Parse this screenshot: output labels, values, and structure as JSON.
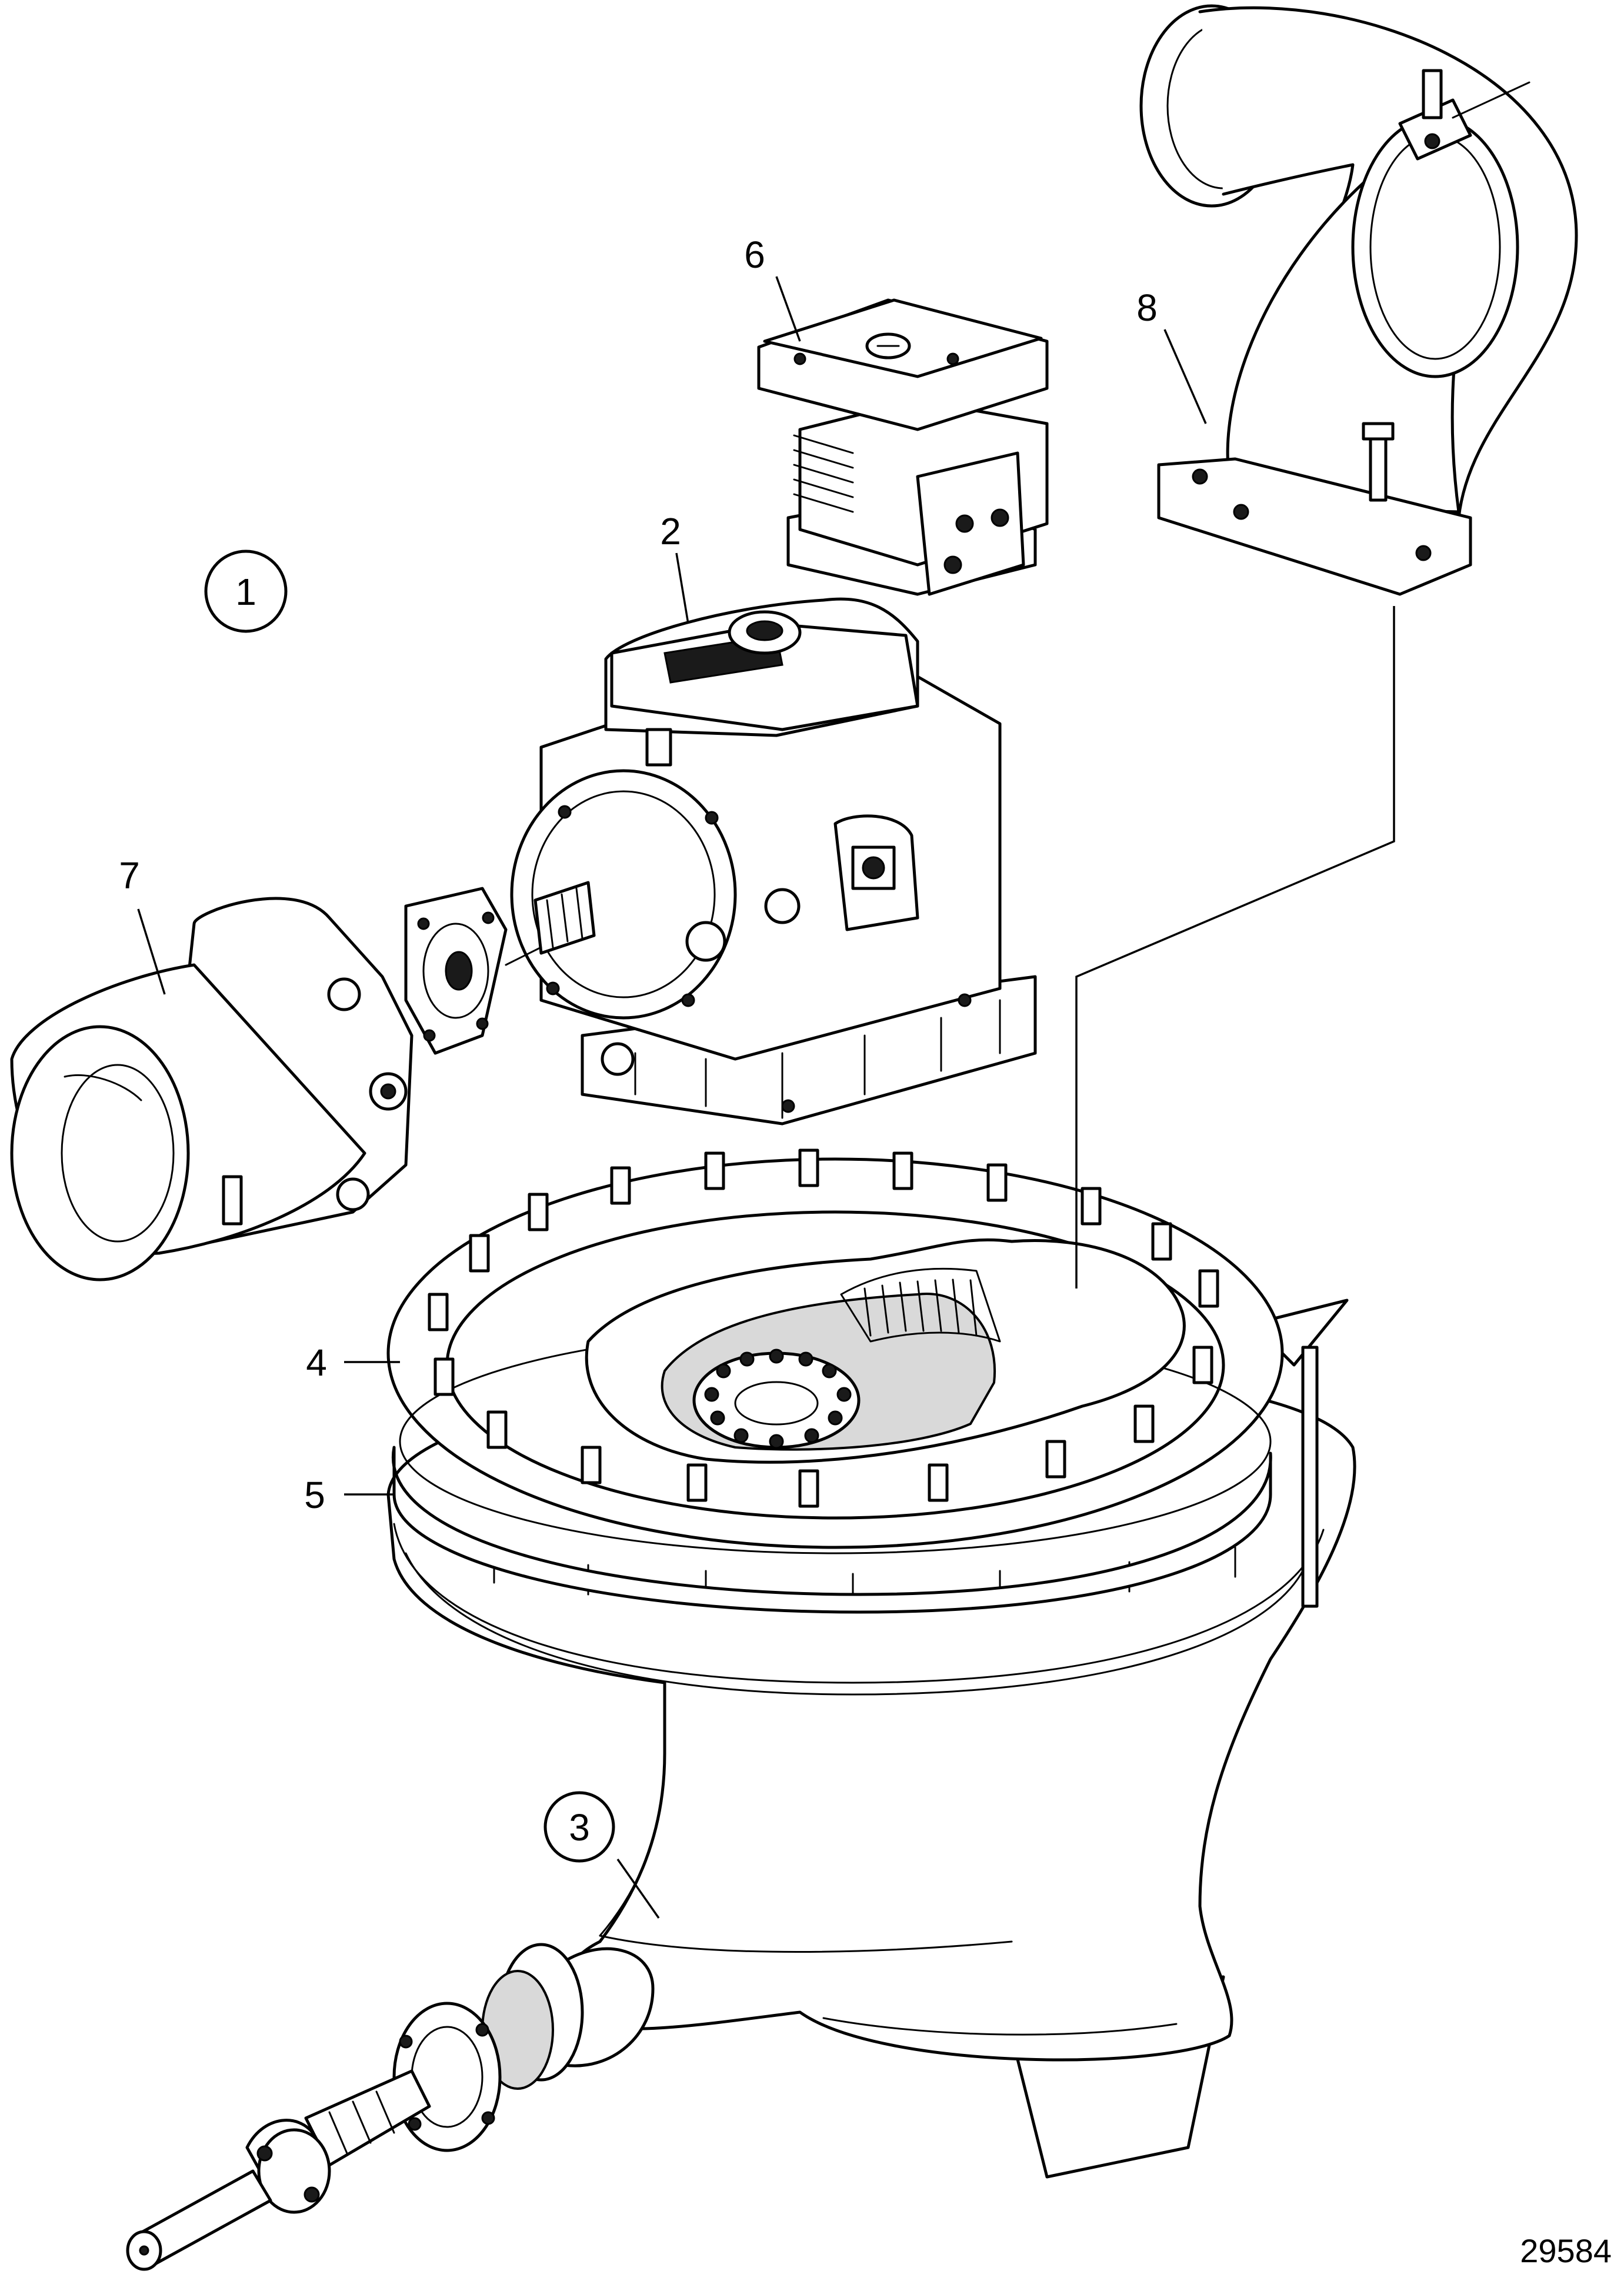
{
  "callouts": {
    "c1": "1",
    "c2": "2",
    "c3": "3",
    "c4": "4",
    "c5": "5",
    "c6": "6",
    "c7": "7",
    "c8": "8"
  },
  "reference_number": "29584"
}
